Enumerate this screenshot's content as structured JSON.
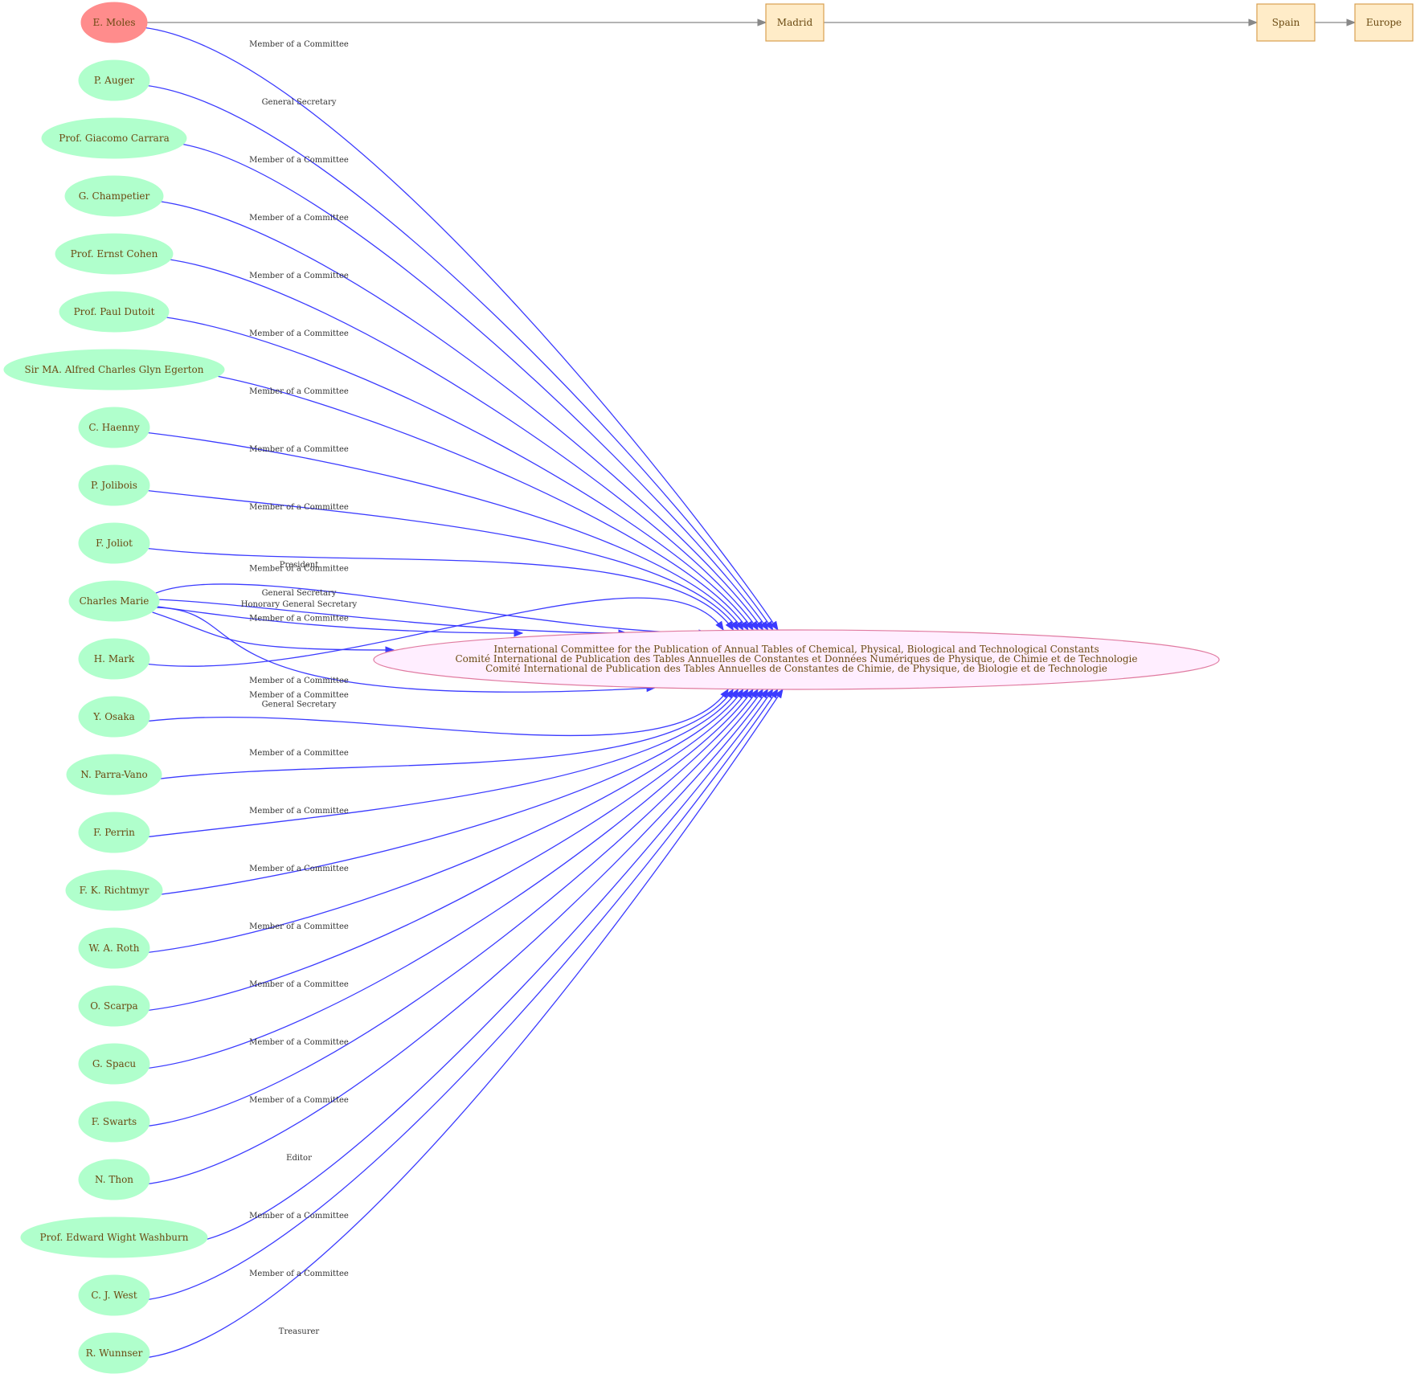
{
  "focus_person": "E. Moles",
  "organization": {
    "lines": [
      "International Committee for the Publication of Annual Tables of  Chemical, Physical, Biological and Technological Constants",
      "Comité International de Publication des Tables Annuelles de Constantes et Données Numériques de Physique, de Chimie et de Technologie",
      "Comité International de Publication des Tables Annuelles de Constantes de Chimie, de Physique, de Biologie et de Technologie"
    ]
  },
  "places": [
    "Madrid",
    "Spain",
    "Europe"
  ],
  "people": [
    "E. Moles",
    "P. Auger",
    "Prof. Giacomo Carrara",
    "G. Champetier",
    "Prof. Ernst Cohen",
    "Prof. Paul Dutoit",
    "Sir MA. Alfred Charles Glyn Egerton",
    "C. Haenny",
    "P. Jolibois",
    "F. Joliot",
    "Charles Marie",
    "H. Mark",
    "Y. Osaka",
    "N. Parra-Vano",
    "F. Perrin",
    "F. K. Richtmyr",
    "W. A. Roth",
    "O. Scarpa",
    "G. Spacu",
    "F. Swarts",
    "N. Thon",
    "Prof. Edward Wight Washburn",
    "C. J. West",
    "R. Wunnser"
  ],
  "relations": [
    {
      "person": "E. Moles",
      "label": "Member of a Committee"
    },
    {
      "person": "P. Auger",
      "label": "General Secretary"
    },
    {
      "person": "Prof. Giacomo Carrara",
      "label": "Member of a Committee"
    },
    {
      "person": "G. Champetier",
      "label": "Member of a Committee"
    },
    {
      "person": "Prof. Ernst Cohen",
      "label": "Member of a Committee"
    },
    {
      "person": "Prof. Paul Dutoit",
      "label": "Member of a Committee"
    },
    {
      "person": "Sir MA. Alfred Charles Glyn Egerton",
      "label": "Member of a Committee"
    },
    {
      "person": "C. Haenny",
      "label": "Member of a Committee"
    },
    {
      "person": "P. Jolibois",
      "label": "Member of a Committee"
    },
    {
      "person": "F. Joliot",
      "label": "President"
    },
    {
      "person": "Charles Marie",
      "label": "Member of a Committee"
    },
    {
      "person": "Charles Marie",
      "label": "General Secretary"
    },
    {
      "person": "Charles Marie",
      "label": "Honorary General Secretary"
    },
    {
      "person": "Charles Marie",
      "label": "Member of a Committee"
    },
    {
      "person": "Charles Marie",
      "label": "General Secretary"
    },
    {
      "person": "H. Mark",
      "label": "Member of a Committee"
    },
    {
      "person": "Y. Osaka",
      "label": "Member of a Committee"
    },
    {
      "person": "N. Parra-Vano",
      "label": "Member of a Committee"
    },
    {
      "person": "F. Perrin",
      "label": "Member of a Committee"
    },
    {
      "person": "F. K. Richtmyr",
      "label": "Member of a Committee"
    },
    {
      "person": "W. A. Roth",
      "label": "Member of a Committee"
    },
    {
      "person": "O. Scarpa",
      "label": "Member of a Committee"
    },
    {
      "person": "G. Spacu",
      "label": "Member of a Committee"
    },
    {
      "person": "F. Swarts",
      "label": "Member of a Committee"
    },
    {
      "person": "N. Thon",
      "label": "Editor"
    },
    {
      "person": "Prof. Edward Wight Washburn",
      "label": "Member of a Committee"
    },
    {
      "person": "C. J. West",
      "label": "Member of a Committee"
    },
    {
      "person": "R. Wunnser",
      "label": "Treasurer"
    }
  ],
  "location_chain": [
    {
      "from": "E. Moles",
      "to": "Madrid"
    },
    {
      "from": "Madrid",
      "to": "Spain"
    },
    {
      "from": "Spain",
      "to": "Europe"
    }
  ],
  "colors": {
    "person_fill": "#b0ffcc",
    "focus_fill": "#ff8c8c",
    "place_fill": "#ffecc8",
    "place_stroke": "#d8a050",
    "org_fill": "#ffeeff",
    "org_stroke": "#e07aa0",
    "relation_edge": "#3b3bff",
    "location_edge": "#888888",
    "node_text": "#6b4a12"
  }
}
